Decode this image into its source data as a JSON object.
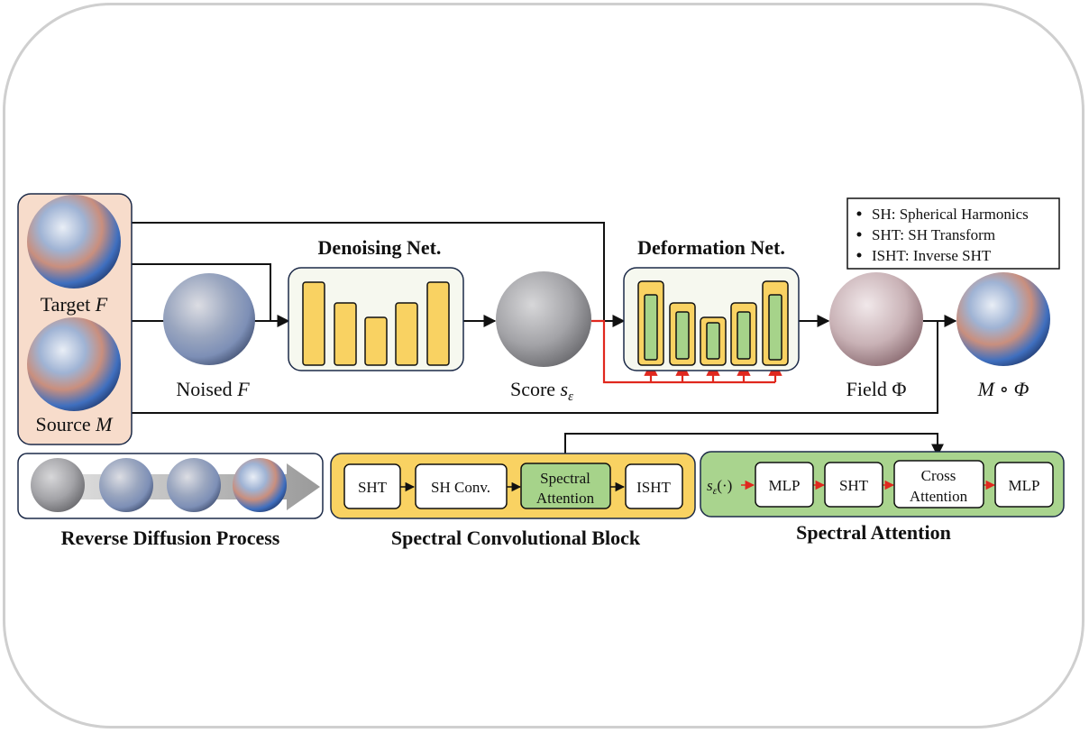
{
  "labels": {
    "target": "Target",
    "target_var": "F",
    "source": "Source",
    "source_var": "M",
    "noised": "Noised",
    "noised_var": "F",
    "score": "Score",
    "score_var": "s",
    "score_sub": "ε",
    "field": "Field Φ",
    "composed": "M ∘ Φ"
  },
  "nets": {
    "denoising_title": "Denoising Net.",
    "deformation_title": "Deformation Net."
  },
  "legend": {
    "items": [
      "SH: Spherical Harmonics",
      "SHT: SH Transform",
      "ISHT: Inverse SHT"
    ]
  },
  "panels": {
    "reverse_diffusion_title": "Reverse Diffusion Process",
    "conv_block_title": "Spectral Convolutional Block",
    "attention_title": "Spectral Attention"
  },
  "conv_block": {
    "sht": "SHT",
    "sh_conv": "SH Conv.",
    "spectral_attention_l1": "Spectral",
    "spectral_attention_l2": "Attention",
    "isht": "ISHT"
  },
  "attention": {
    "input_var": "s",
    "input_sub": "ε",
    "input_arg": "(·)",
    "mlp1": "MLP",
    "sht": "SHT",
    "cross_l1": "Cross",
    "cross_l2": "Attention",
    "mlp2": "MLP"
  },
  "colors": {
    "input_panel": "#f7dccb",
    "net_box": "#f6f8ef",
    "bar_yellow": "#f9d262",
    "bar_green": "#a6d38a",
    "conv_panel": "#f9d262",
    "attn_panel": "#a9d48e",
    "red_arrow": "#e0281e",
    "dark_border": "#1c2a48"
  }
}
